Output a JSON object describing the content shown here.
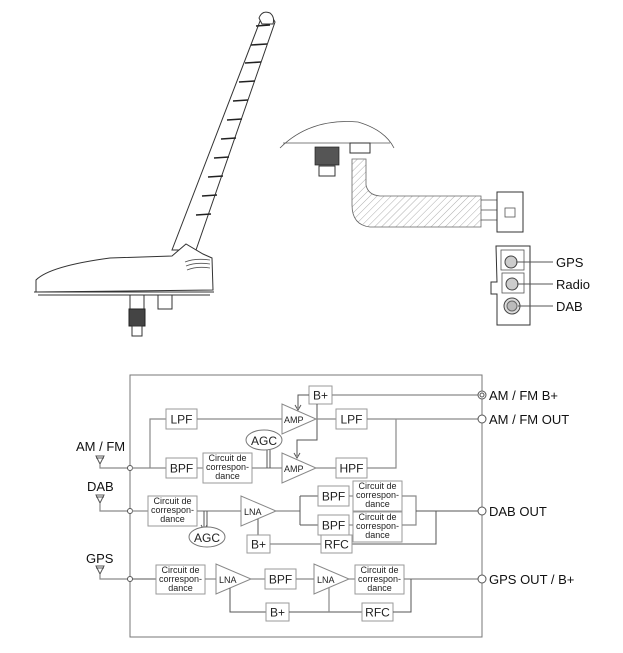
{
  "connector_labels": {
    "gps": "GPS",
    "radio": "Radio",
    "dab": "DAB"
  },
  "inputs": {
    "am_fm": "AM / FM",
    "dab": "DAB",
    "gps": "GPS"
  },
  "outputs": {
    "am_fm_b_plus": "AM / FM B+",
    "am_fm_out": "AM / FM OUT",
    "dab_out": "DAB OUT",
    "gps_out": "GPS OUT / B+"
  },
  "blocks": {
    "lpf": "LPF",
    "bpf": "BPF",
    "hpf": "HPF",
    "amp": "AMP",
    "agc": "AGC",
    "lna": "LNA",
    "b_plus": "B+",
    "rfc": "RFC",
    "circuit_line1": "Circuit de",
    "circuit_line2a": "correspon-",
    "circuit_line2b": "correspon-",
    "circuit_line3": "dance"
  },
  "icons": {
    "antenna": "antenna-symbol",
    "terminal": "open-circle-terminal",
    "power_terminal": "double-circle-terminal"
  }
}
